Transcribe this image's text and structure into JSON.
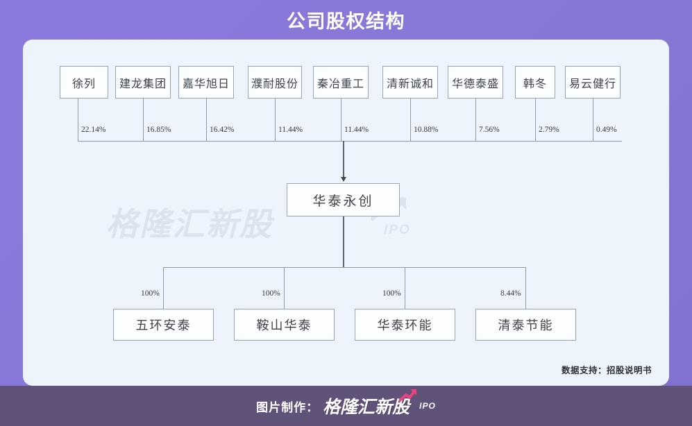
{
  "header": {
    "title": "公司股权结构"
  },
  "chart_data": {
    "type": "diagram",
    "title": "公司股权结构",
    "parent": {
      "label": "华泰永创"
    },
    "shareholders": [
      {
        "label": "徐列",
        "pct": "22.14%"
      },
      {
        "label": "建龙集团",
        "pct": "16.85%"
      },
      {
        "label": "嘉华旭日",
        "pct": "16.42%"
      },
      {
        "label": "濮耐股份",
        "pct": "11.44%"
      },
      {
        "label": "秦冶重工",
        "pct": "11.44%"
      },
      {
        "label": "清新诚和",
        "pct": "10.88%"
      },
      {
        "label": "华德泰盛",
        "pct": "7.56%"
      },
      {
        "label": "韩冬",
        "pct": "2.79%"
      },
      {
        "label": "易云健行",
        "pct": "0.49%"
      }
    ],
    "subsidiaries": [
      {
        "label": "五环安泰",
        "pct": "100%"
      },
      {
        "label": "鞍山华泰",
        "pct": "100%"
      },
      {
        "label": "华泰环能",
        "pct": "100%"
      },
      {
        "label": "清泰节能",
        "pct": "8.44%"
      }
    ]
  },
  "watermark": {
    "text": "格隆汇新股",
    "suffix": "IPO"
  },
  "footer": {
    "source_note": "数据支持：招股说明书",
    "credit_label": "图片制作：",
    "brand": "格隆汇新股",
    "brand_suffix": "IPO"
  },
  "colors": {
    "background": "#8878d6",
    "card": "#edf4fc",
    "bottom_bar": "#605279",
    "line": "#8d99a6",
    "accent_arrow": "#e8457f"
  }
}
